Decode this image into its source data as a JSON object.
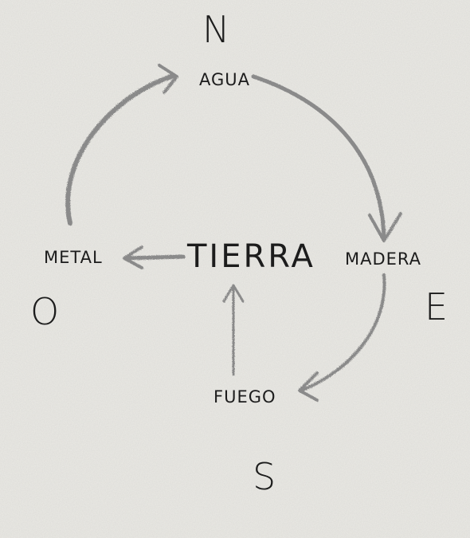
{
  "directions": {
    "north": "N",
    "east": "E",
    "south": "S",
    "west": "O"
  },
  "elements": {
    "water": "AGUA",
    "wood": "MADERA",
    "fire": "FUEGO",
    "earth": "TIERRA",
    "metal": "METAL"
  },
  "colors": {
    "paper": "#ecebe6",
    "ink": "#1c1c1c",
    "pencil": "#8a8a8a"
  }
}
